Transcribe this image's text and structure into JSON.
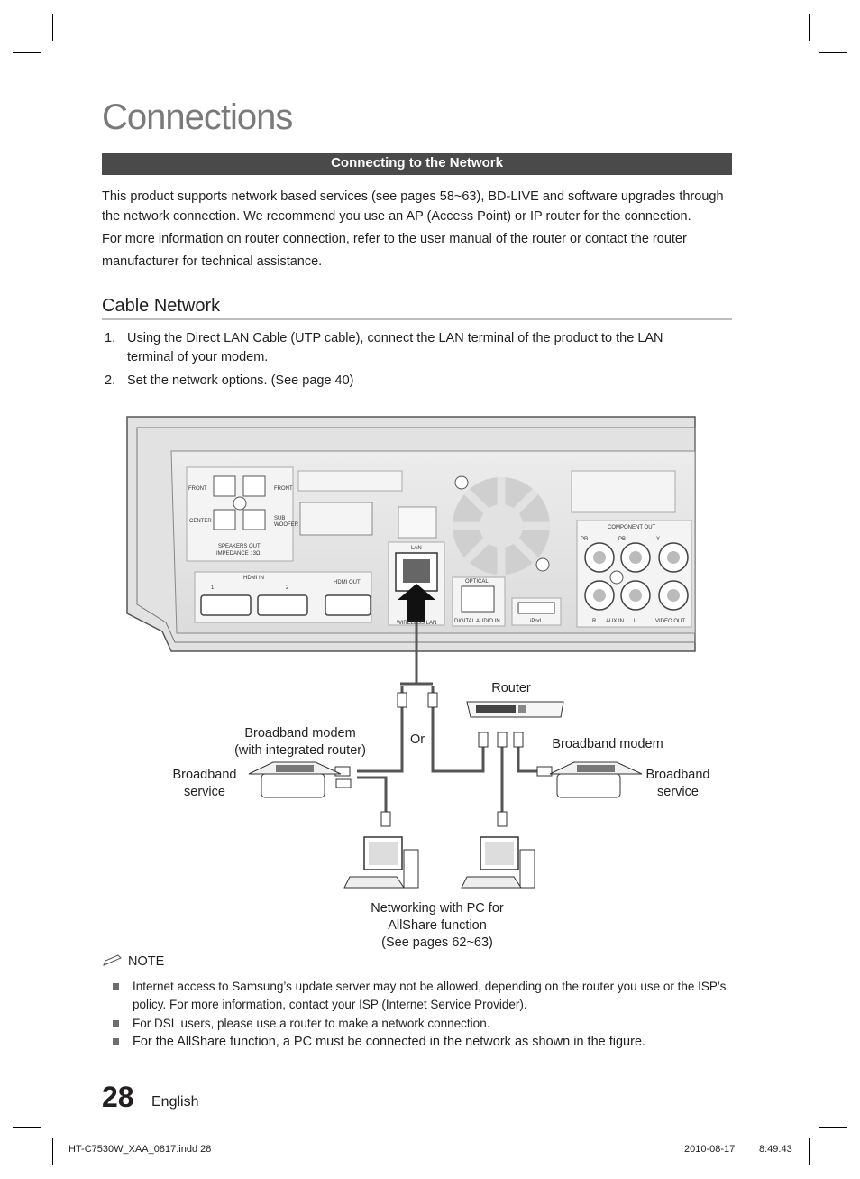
{
  "page": {
    "title": "Connections",
    "section_title": "Connecting to the Network",
    "intro_1": "This product supports network based services (see pages 58~63), BD-LIVE and software upgrades through the network connection. We recommend you use an AP (Access Point) or IP router for the connection.",
    "intro_2": "For more information on router connection, refer to the user manual of the router or contact the router manufacturer for technical assistance.",
    "subsection_title": "Cable Network",
    "steps": [
      {
        "num": "1.",
        "text": "Using the Direct LAN Cable (UTP cable), connect the LAN terminal of the product to the LAN terminal of your modem."
      },
      {
        "num": "2.",
        "text": "Set the network options. (See page 40)"
      }
    ],
    "diagram": {
      "router": "Router",
      "modem_integrated_1": "Broadband modem",
      "modem_integrated_2": "(with integrated router)",
      "or": "Or",
      "modem": "Broadband modem",
      "service_left_1": "Broadband",
      "service_left_2": "service",
      "service_right_1": "Broadband",
      "service_right_2": "service",
      "pc_1": "Networking with PC for",
      "pc_2": "AllShare function",
      "pc_3": "(See pages 62~63)",
      "panel": {
        "front_r": "FRONT",
        "front_l": "FRONT",
        "center": "CENTER",
        "sub": "SUB",
        "woofer": "WOOFER",
        "speakers_out": "SPEAKERS OUT",
        "impedance": "IMPEDANCE : 3Ω",
        "hdmi_in": "HDMI IN",
        "hdmi_1": "1",
        "hdmi_2": "2",
        "hdmi_out": "HDMI OUT",
        "lan": "LAN",
        "wireless_lan": "WIRELESS LAN",
        "optical": "OPTICAL",
        "digital_audio_in": "DIGITAL AUDIO IN",
        "ipod": "iPod",
        "component_out": "COMPONENT OUT",
        "pr": "PR",
        "pb": "PB",
        "y": "Y",
        "aux_in": "AUX IN",
        "video_out": "VIDEO OUT",
        "r": "R",
        "l": "L"
      }
    },
    "note": {
      "heading": "NOTE",
      "items": [
        "Internet access to Samsung’s update server may not be allowed, depending on the router you use or the ISP’s policy. For more information, contact your ISP (Internet Service Provider).",
        "For DSL users, please use a router to make a network connection.",
        "For the AllShare function, a PC must be connected in the network as shown in the figure."
      ]
    },
    "page_number": "28",
    "language": "English",
    "footer_file": "HT-C7530W_XAA_0817.indd   28",
    "footer_date": "2010-08-17",
    "footer_time": "8:49:43"
  },
  "colors": {
    "section_bar": "#4a4a4a",
    "title": "#7a7a7a"
  }
}
